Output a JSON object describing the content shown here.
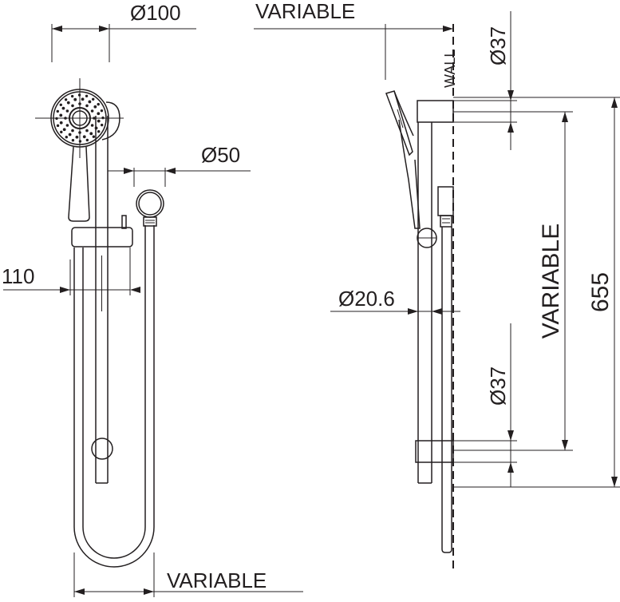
{
  "colors": {
    "line": "#231f20",
    "background": "#ffffff"
  },
  "front_view": {
    "dim_head_diameter": "Ø100",
    "dim_elbow_diameter": "Ø50",
    "dim_projection": "110",
    "dim_bottom_width": "VARIABLE"
  },
  "side_view": {
    "dim_top_width": "VARIABLE",
    "wall_label": "WALL",
    "dim_top_bracket": "Ø37",
    "dim_rail_diameter": "Ø20.6",
    "dim_bottom_bracket": "Ø37",
    "dim_bracket_spacing": "VARIABLE",
    "dim_overall_height": "655"
  }
}
